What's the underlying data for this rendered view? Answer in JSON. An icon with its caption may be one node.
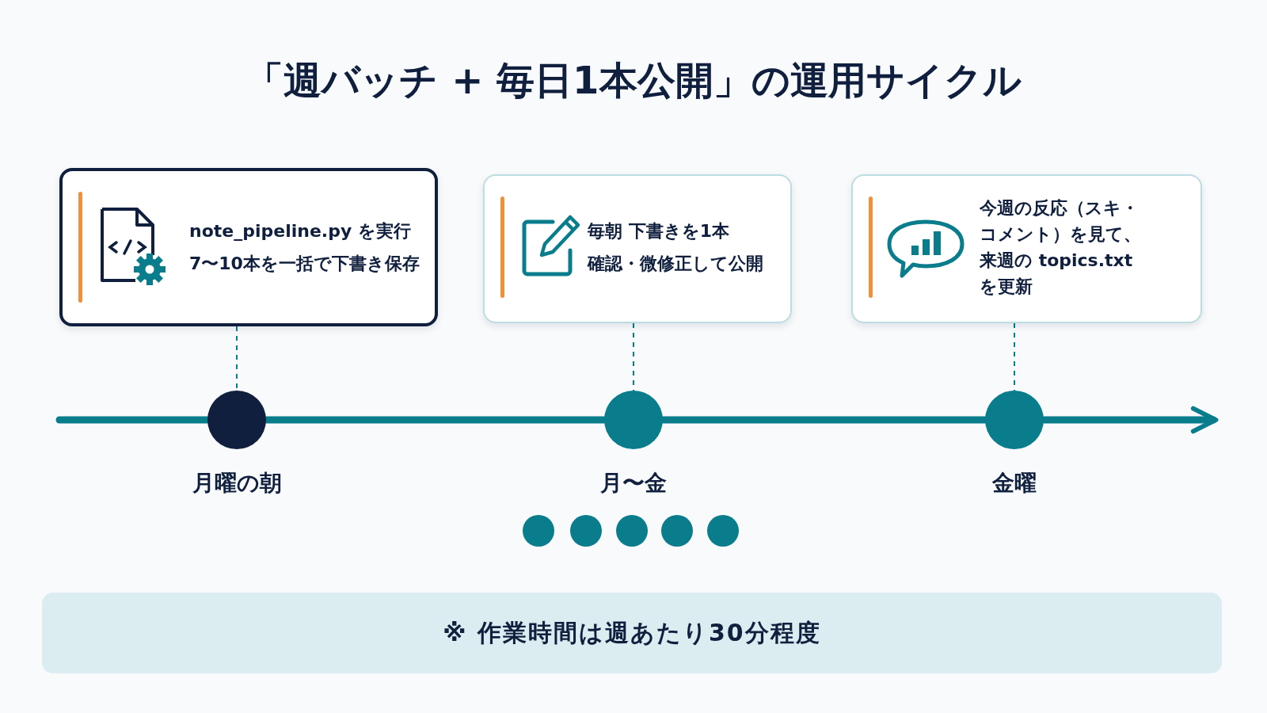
{
  "diagram": {
    "title": "「週バッチ + 毎日1本公開」の運用サイクル",
    "nodes": [
      {
        "text": [
          "note_pipeline.py を実行",
          "7〜10本を一括で下書き保存"
        ]
      },
      {
        "text": [
          "毎朝 下書きを1本",
          "確認・微修正して公開"
        ]
      },
      {
        "text": [
          "今週の反応（スキ・コメント）を見て、来週の topics.txt を更新"
        ]
      },
      {
        "text": [],
        "shape": "circle",
        "beside": [
          "月曜の朝"
        ]
      },
      {
        "text": [],
        "shape": "circle",
        "beside": [
          "月〜金"
        ]
      },
      {
        "text": [],
        "shape": "circle",
        "beside": [
          "金曜"
        ]
      },
      {
        "text": [],
        "shape": "circle"
      },
      {
        "text": [],
        "shape": "circle"
      },
      {
        "text": [],
        "shape": "circle"
      },
      {
        "text": [],
        "shape": "circle"
      },
      {
        "text": [],
        "shape": "circle"
      },
      {
        "text": [
          "※ 作業時間は週あたり30分程度"
        ]
      }
    ],
    "edges": [
      {
        "from": 0,
        "to": 3,
        "arrow": "none",
        "style": "dashed"
      },
      {
        "from": 1,
        "to": 4,
        "arrow": "none",
        "style": "dashed"
      },
      {
        "from": 2,
        "to": 5,
        "arrow": "none",
        "style": "dashed"
      },
      {
        "from": null,
        "to": 3,
        "arrow": "none"
      },
      {
        "from": 3,
        "to": 4,
        "arrow": "none"
      },
      {
        "from": 4,
        "to": 5,
        "arrow": "none"
      },
      {
        "from": 5,
        "to": null,
        "arrow": "to"
      }
    ]
  }
}
